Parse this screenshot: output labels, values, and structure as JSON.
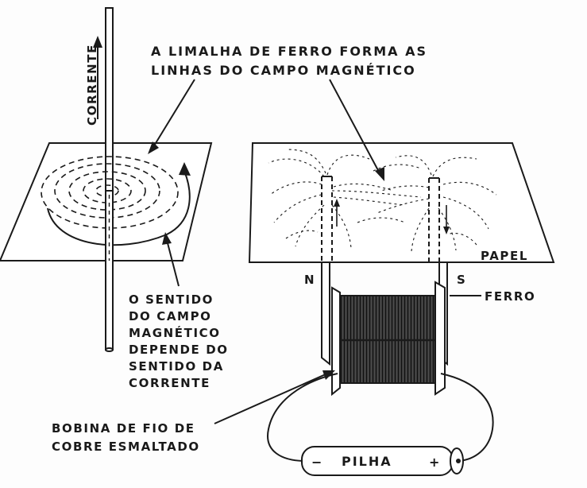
{
  "labels": {
    "title_line1": "A LIMALHA DE FERRO FORMA AS",
    "title_line2": "LINHAS DO CAMPO MAGNÉTICO",
    "current": "CORRENTE",
    "direction_line1": "O SENTIDO",
    "direction_line2": "DO CAMPO",
    "direction_line3": "MAGNÉTICO",
    "direction_line4": "DEPENDE DO",
    "direction_line5": "SENTIDO DA",
    "direction_line6": "CORRENTE",
    "paper": "PAPEL",
    "north": "N",
    "south": "S",
    "iron": "FERRO",
    "coil_line1": "BOBINA DE FIO DE",
    "coil_line2": "COBRE ESMALTADO",
    "battery": "PILHA",
    "minus": "−",
    "plus": "+"
  },
  "colors": {
    "ink": "#1a1a1a",
    "paper": "#fdfdfd",
    "coil": "#2b2b2b"
  }
}
